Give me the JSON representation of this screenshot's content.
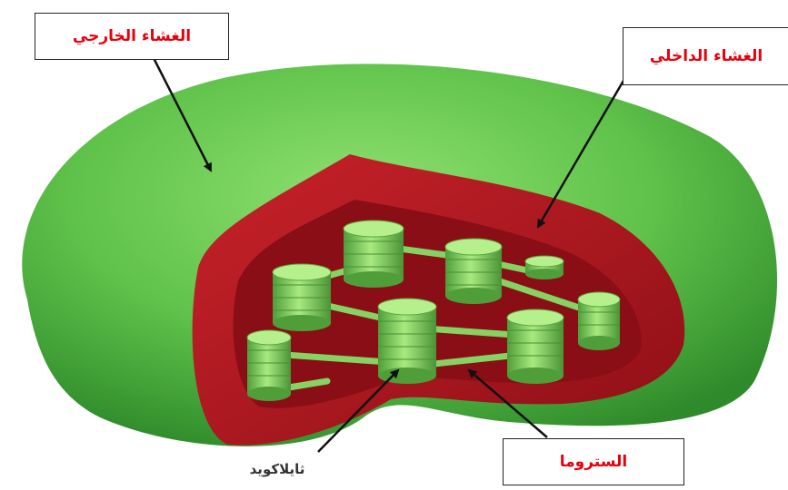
{
  "labels": {
    "outer_membrane": "الغشاء الخارجي",
    "inner_membrane": "الغشاء الداخلي",
    "stroma": "الستروما",
    "thylakoid": "ثايلاكويد"
  },
  "colors": {
    "outer_membrane": "#5fc24a",
    "inner_membrane": "#b3151d",
    "stroma": "#8a0e15",
    "grana": "#7ccf5a",
    "label_text": "#e8000b"
  }
}
